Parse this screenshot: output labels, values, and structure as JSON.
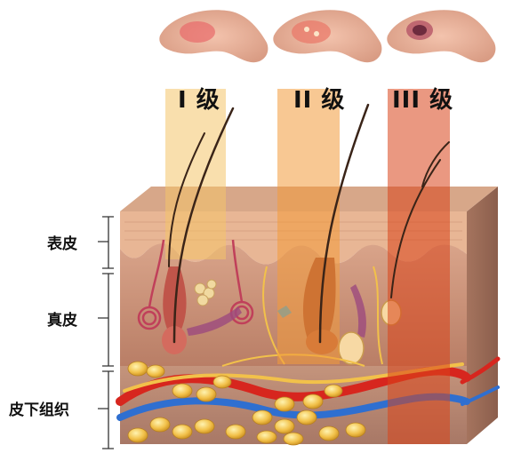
{
  "degrees": [
    {
      "label": "I 级"
    },
    {
      "label": "II 级"
    },
    {
      "label": "III 级"
    }
  ],
  "layers": [
    {
      "label": "表皮"
    },
    {
      "label": "真皮"
    },
    {
      "label": "皮下组织"
    }
  ],
  "colors": {
    "degree1": "#f4c56a",
    "degree2": "#f29a3a",
    "degree3": "#d9431a",
    "epidermis": "#e6b08a",
    "dermis": "#c98f76",
    "fat": "#f2c14a",
    "artery": "#d7261e",
    "vein": "#2f6fd0"
  }
}
